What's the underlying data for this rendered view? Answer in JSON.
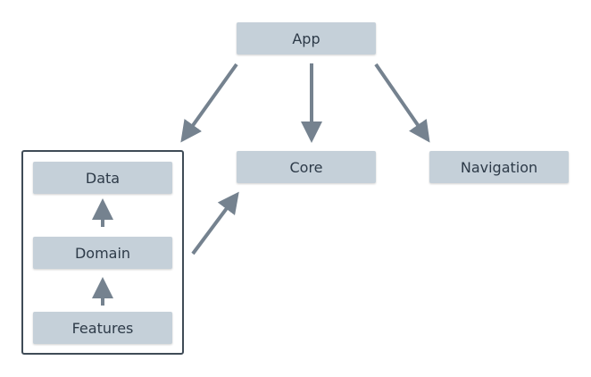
{
  "nodes": {
    "app": "App",
    "core": "Core",
    "navigation": "Navigation",
    "data": "Data",
    "domain": "Domain",
    "features": "Features"
  },
  "colors": {
    "node_fill": "#c5d0d9",
    "node_text": "#2d3a48",
    "arrow": "#75828f",
    "group_border": "#3f4b56"
  }
}
